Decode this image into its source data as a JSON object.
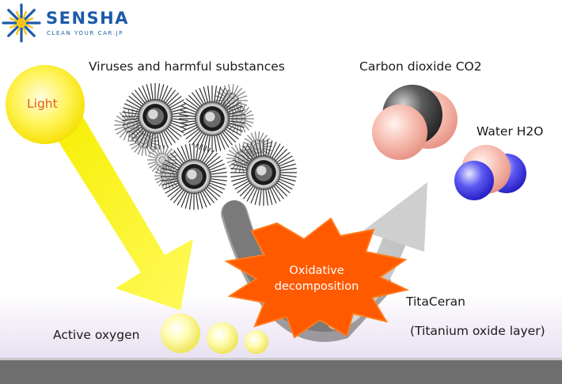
{
  "logo": {
    "name": "SENSHA",
    "tagline": "CLEAN YOUR CAR.JP",
    "icon": "sunburst-logo-icon"
  },
  "labels": {
    "light": "Light",
    "viruses": "Viruses and harmful substances",
    "co2": "Carbon dioxide CO2",
    "water": "Water H2O",
    "oxidative_line1": "Oxidative",
    "oxidative_line2": "decomposition",
    "titaceran": "TitaCeran",
    "titanium_layer": "(Titanium oxide layer)",
    "active_oxygen": "Active oxygen"
  },
  "colors": {
    "brand_blue": "#1d5aa8",
    "sun_yellow": "#fff23a",
    "light_label": "#e05c1a",
    "burst_orange": "#ff5a00",
    "arrow_gray": "#b8b8b8",
    "carbon_gray": "#555555",
    "oxygen_pink": "#f7b4a8",
    "hydrogen_blue": "#4a46ee",
    "layer_lavender": "#ede6f4",
    "base_gray": "#6e6e6e"
  },
  "icons": [
    "sun-icon",
    "virus-icon",
    "co2-molecule-icon",
    "h2o-molecule-icon",
    "explosion-burst-icon",
    "active-oxygen-icon"
  ]
}
